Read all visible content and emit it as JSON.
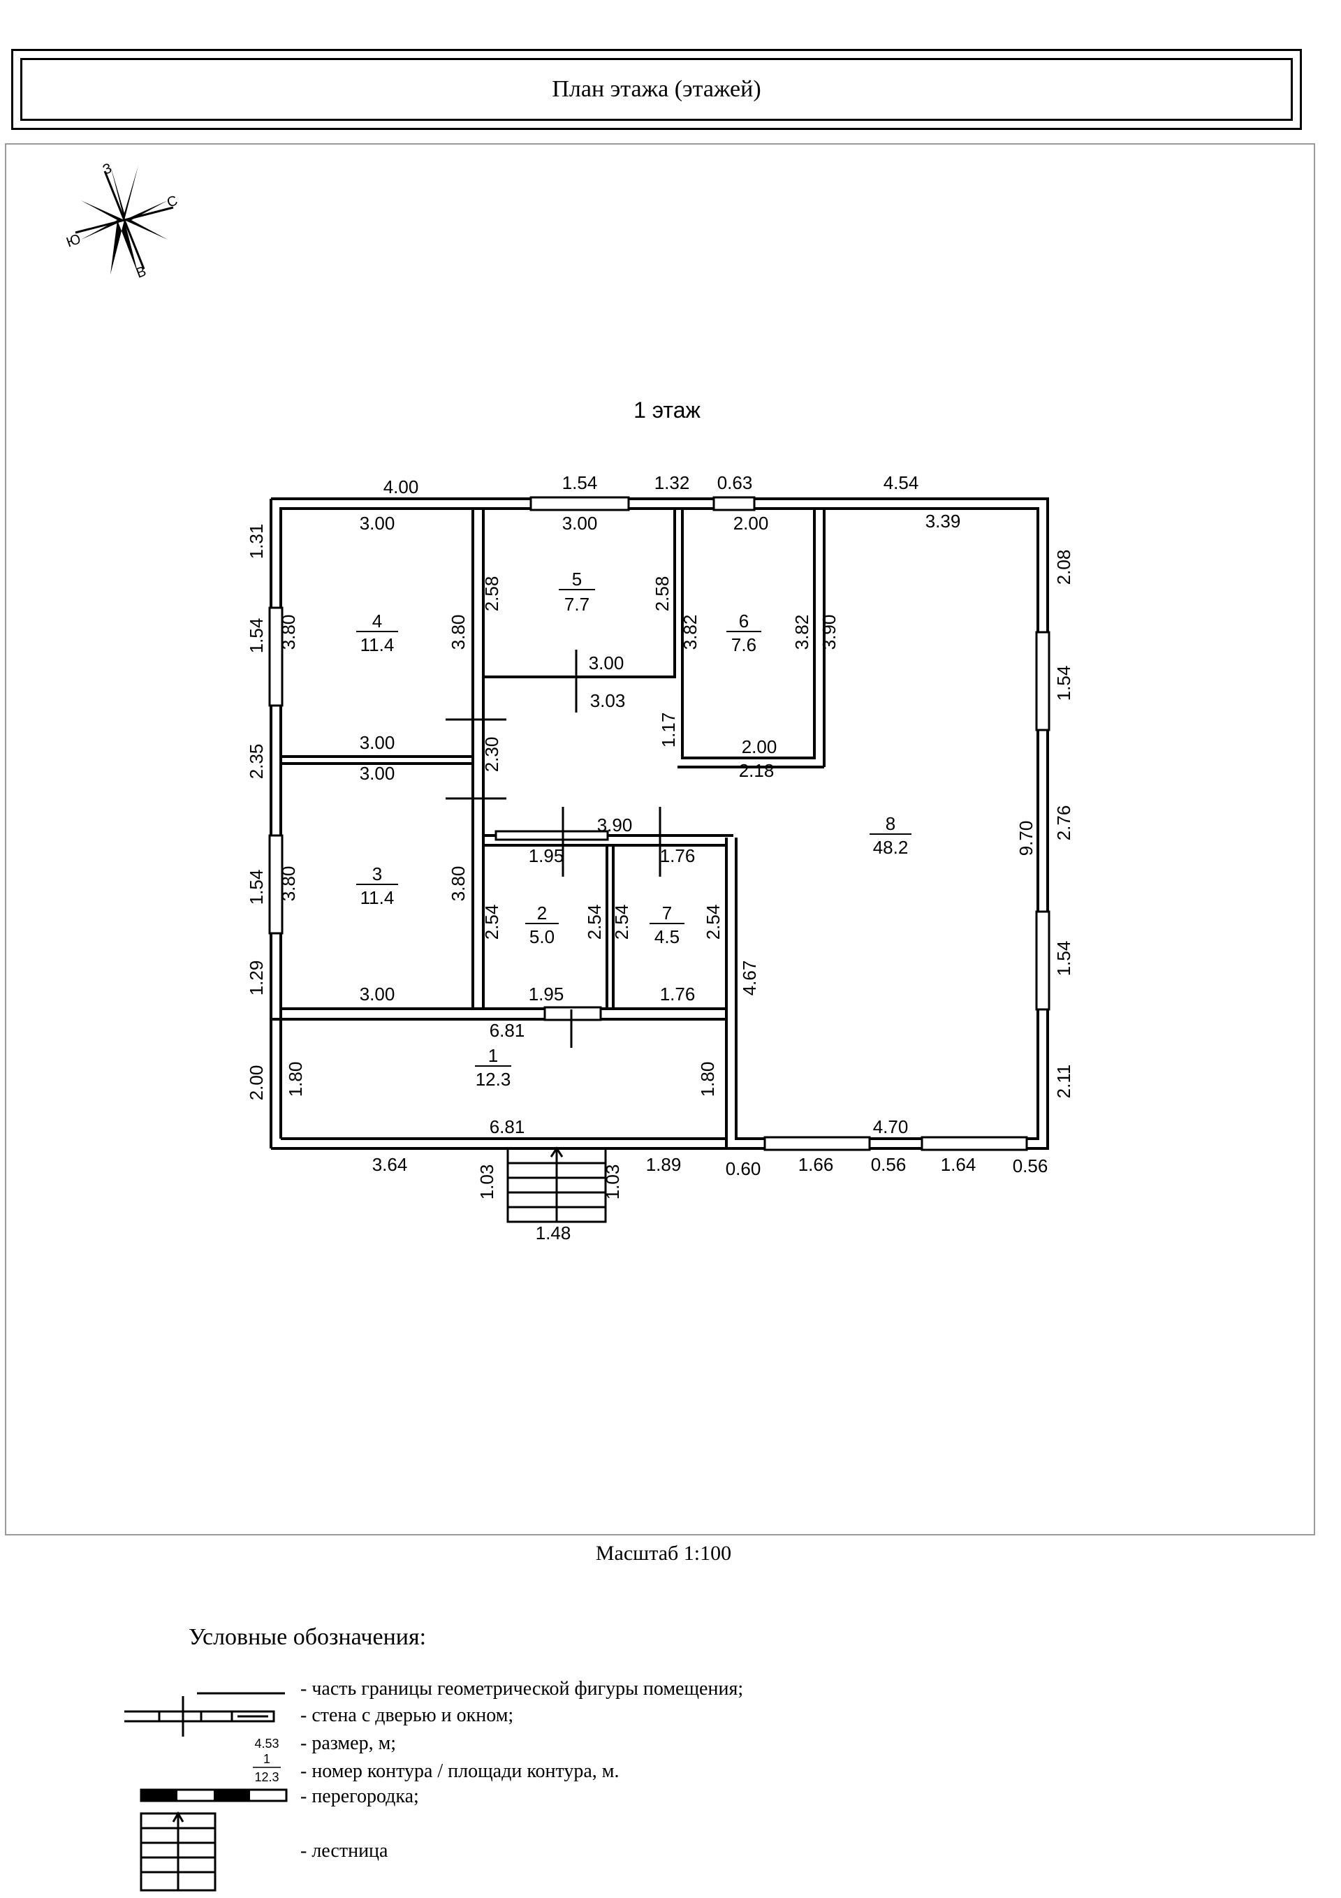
{
  "header": {
    "title": "План этажа (этажей)"
  },
  "compass": {
    "north": "С",
    "south": "Ю",
    "east": "В",
    "west": "З"
  },
  "floor": {
    "title": "1 этаж",
    "outer_dims": {
      "top": [
        "4.00",
        "1.54",
        "1.32",
        "0.63",
        "4.54"
      ],
      "bottom": [
        "3.64",
        "1.89",
        "0.60",
        "1.66",
        "0.56",
        "1.64",
        "0.56"
      ],
      "left": [
        "1.31",
        "1.54",
        "2.35",
        "1.54",
        "1.29",
        "2.00"
      ],
      "right": [
        "2.08",
        "1.54",
        "2.76",
        "1.54",
        "2.11"
      ],
      "stair_left": "1.03",
      "stair_right": "1.03",
      "stair_width": "1.48"
    },
    "rooms": [
      {
        "number": "4",
        "area": "11.4",
        "dims": [
          "3.00",
          "3.80",
          "3.80",
          "3.00"
        ]
      },
      {
        "number": "5",
        "area": "7.7",
        "dims": [
          "3.00",
          "2.58",
          "2.58",
          "3.00"
        ]
      },
      {
        "number": "6",
        "area": "7.6",
        "dims": [
          "2.00",
          "3.82",
          "3.82",
          "2.00"
        ]
      },
      {
        "number": "3",
        "area": "11.4",
        "dims": [
          "3.00",
          "3.80",
          "3.80",
          "3.00"
        ]
      },
      {
        "number": "2",
        "area": "5.0",
        "dims": [
          "1.95",
          "2.54",
          "2.54",
          "1.95"
        ]
      },
      {
        "number": "7",
        "area": "4.5",
        "dims": [
          "1.76",
          "2.54",
          "2.54",
          "1.76"
        ]
      },
      {
        "number": "8",
        "area": "48.2",
        "dims": [
          "3.39",
          "3.90",
          "9.70",
          "4.70",
          "4.67",
          "3.90"
        ]
      },
      {
        "number": "1",
        "area": "12.3",
        "dims": [
          "6.81",
          "1.80",
          "1.80",
          "6.81"
        ]
      }
    ],
    "corridor_dims": [
      "3.03",
      "2.30",
      "1.17",
      "2.18"
    ]
  },
  "scale_label": "Масштаб 1:100",
  "legend": {
    "title": "Условные обозначения:",
    "items": [
      "- часть границы геометрической фигуры помещения;",
      "- стена с дверью и окном;",
      "- размер, м;",
      "- номер контура / площади контура, м.",
      "- перегородка;",
      "- лестница"
    ],
    "sample_size": "4.53",
    "sample_number": "1",
    "sample_area": "12.3"
  }
}
